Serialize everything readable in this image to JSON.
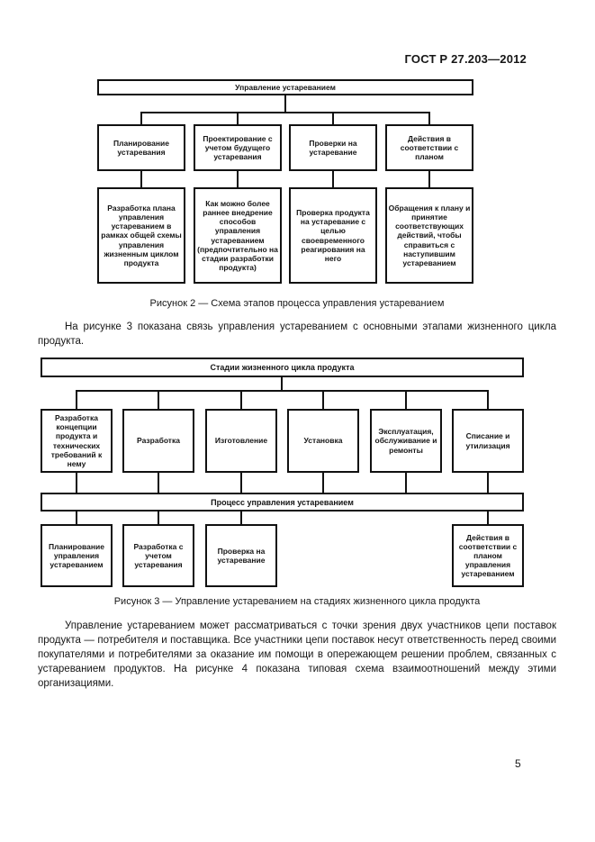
{
  "header": {
    "standard_number": "ГОСТ Р 27.203—2012"
  },
  "figure2": {
    "root": "Управление устареванием",
    "columns": [
      {
        "stage": "Планирование устаревания",
        "detail": "Разработка плана управления устареванием в рамках общей схемы управления жизненным циклом продукта"
      },
      {
        "stage": "Проектирование с учетом будущего устаревания",
        "detail": "Как можно более раннее внедрение способов управления устареванием (предпочтительно на стадии разработки продукта)"
      },
      {
        "stage": "Проверки на устаревание",
        "detail": "Проверка продукта на устаревание с целью своевременного реагирования на него"
      },
      {
        "stage": "Действия в соответствии с планом",
        "detail": "Обращения к плану и принятие соответствующих действий, чтобы справиться с наступившим устареванием"
      }
    ],
    "caption": "Рисунок 2 — Схема этапов процесса управления устареванием"
  },
  "paragraph1": "На рисунке 3 показана связь управления устареванием с основными этапами жизненного цикла продукта.",
  "figure3": {
    "band_top": "Стадии жизненного цикла продукта",
    "stages": [
      "Разработка концепции продукта и технических требований к нему",
      "Разработка",
      "Изготовление",
      "Установка",
      "Эксплуатация, обслуживание и ремонты",
      "Списание и утилизация"
    ],
    "band_middle": "Процесс управления устареванием",
    "process_steps": [
      "Планирование управления устареванием",
      "Разработка с учетом устаревания",
      "Проверка на устаревание",
      "Действия в соответствии с планом управления устареванием"
    ],
    "caption": "Рисунок 3 — Управление устареванием на стадиях жизненного цикла продукта"
  },
  "paragraph2": "Управление устареванием может рассматриваться с точки зрения двух участников цепи поставок продукта — потребителя и поставщика. Все участники цепи поставок несут ответственность перед своими покупателями и потребителями за оказание им помощи в опережающем решении проблем, связанных с устареванием продуктов. На рисунке 4 показана типовая схема взаимоотношений между этими организациями.",
  "page_number": "5"
}
